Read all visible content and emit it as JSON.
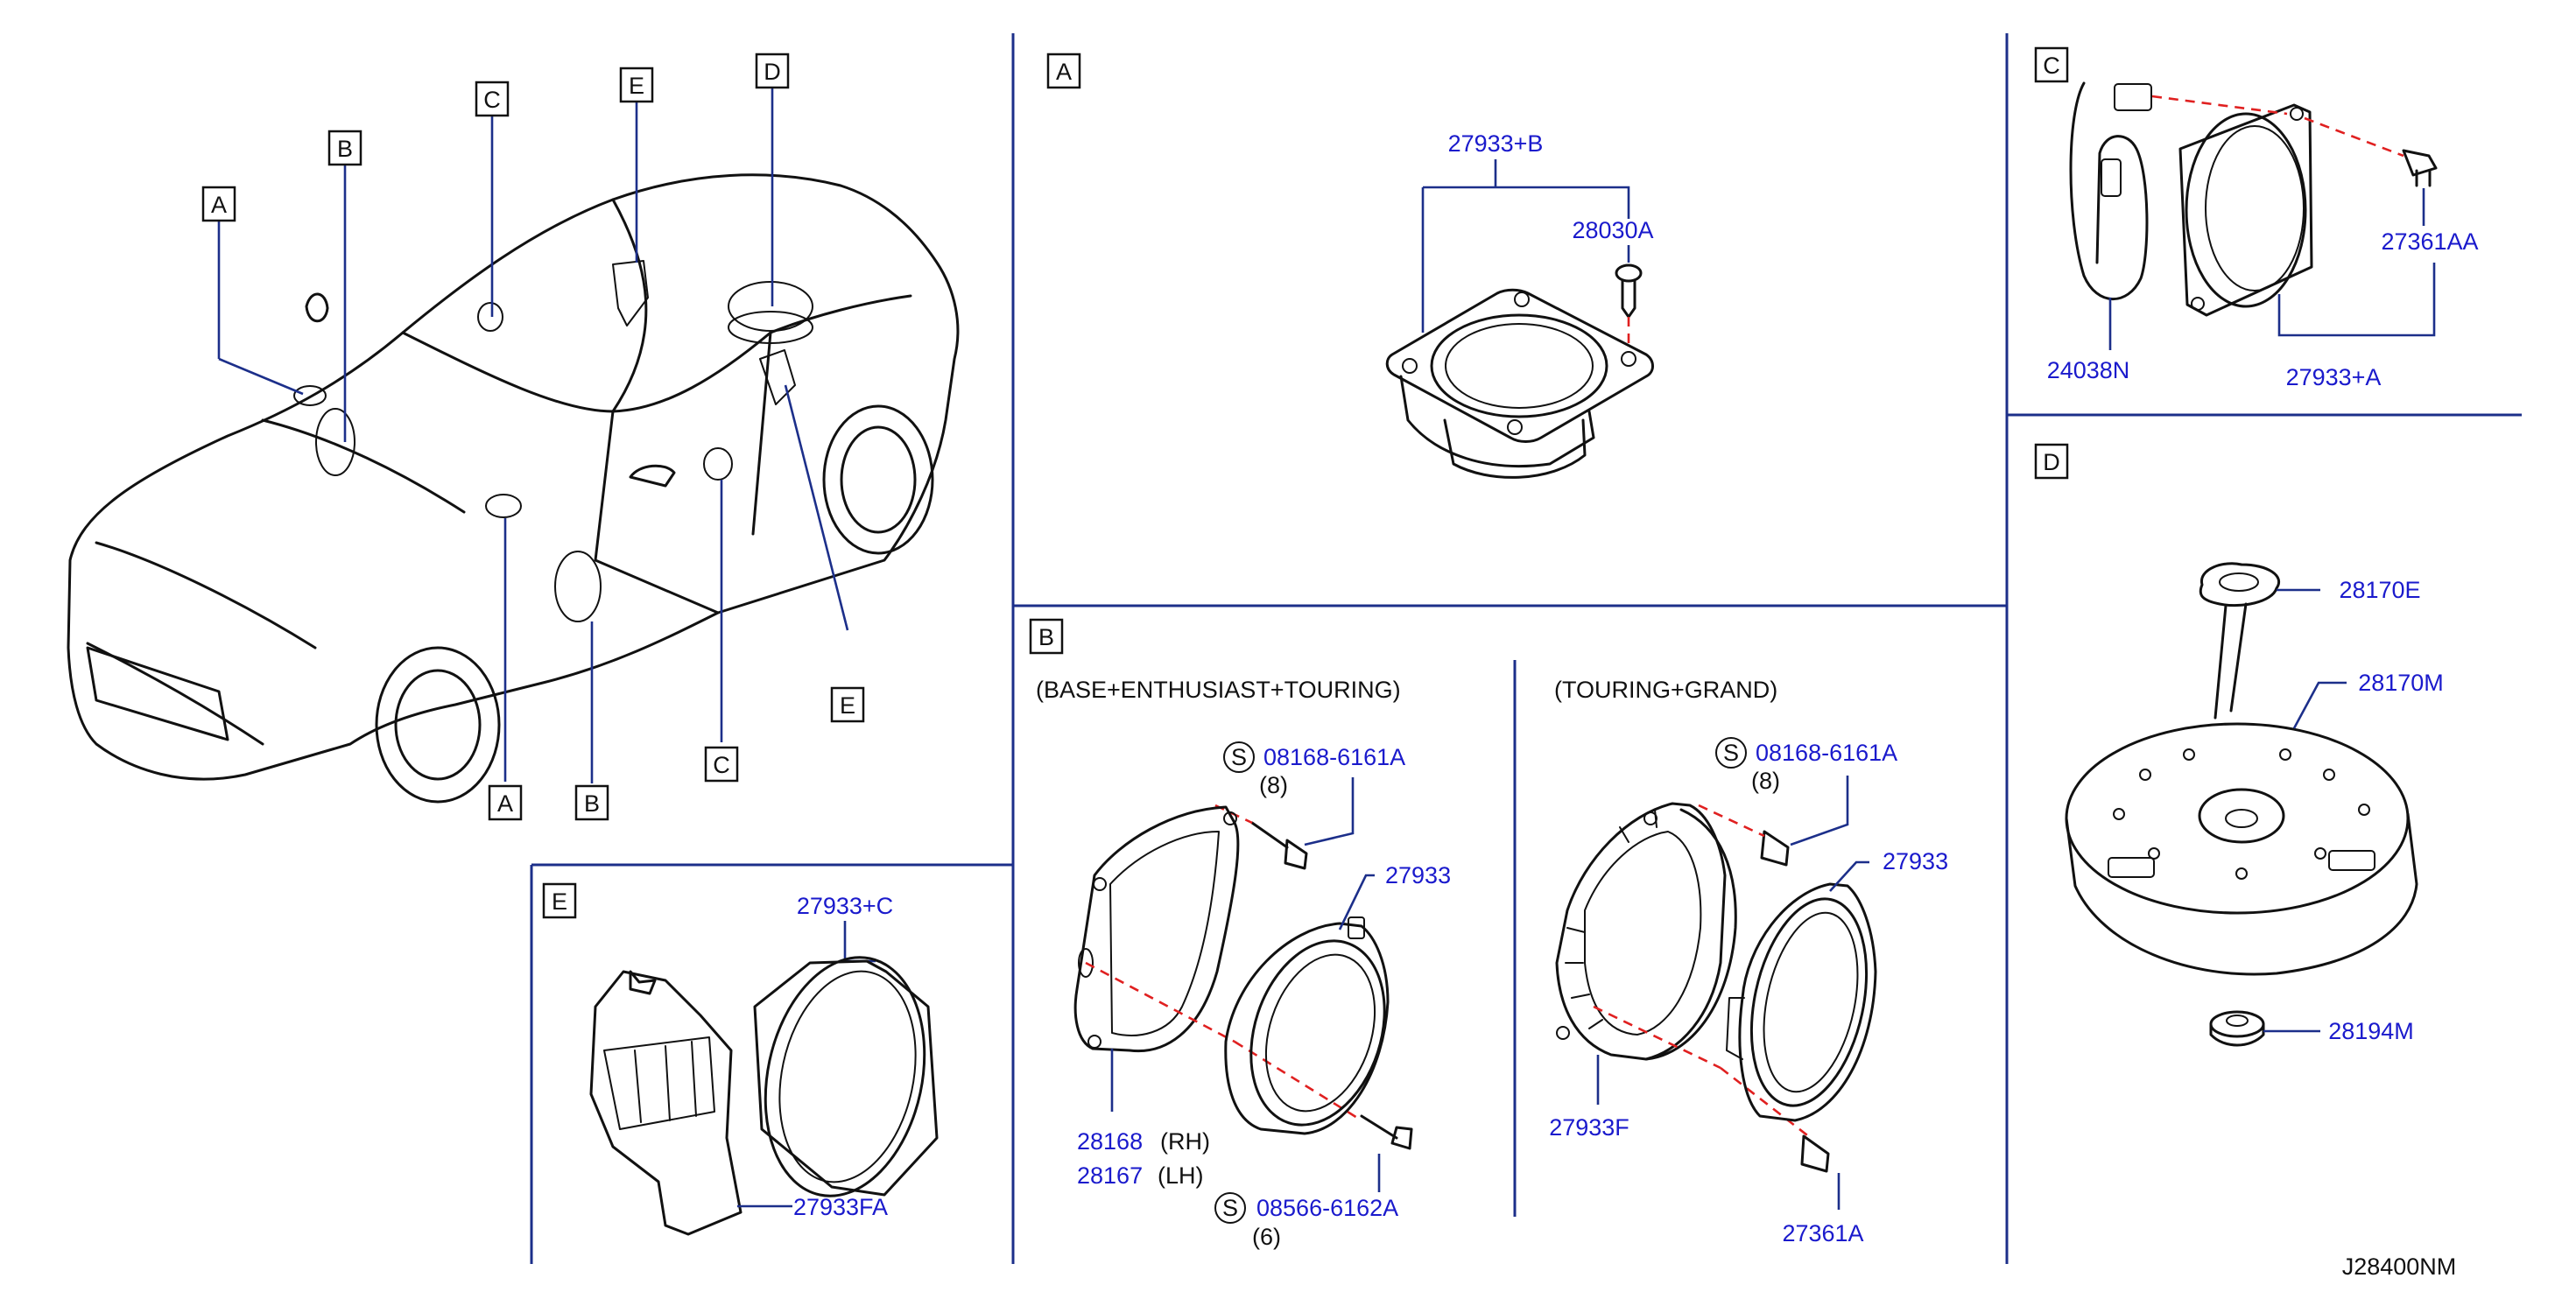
{
  "sections": [
    {
      "letter": "A"
    },
    {
      "letter": "B",
      "variant_left": "(BASE+ENTHUSIAST+TOURING)",
      "variant_right": "(TOURING+GRAND)"
    },
    {
      "letter": "C"
    },
    {
      "letter": "D"
    },
    {
      "letter": "E"
    }
  ],
  "overview_callouts": [
    "A",
    "B",
    "C",
    "E",
    "D",
    "E",
    "C",
    "B",
    "A"
  ],
  "parts": {
    "A": {
      "assembly": "27933+B",
      "screw": "28030A"
    },
    "C": {
      "harness": "24038N",
      "screw": "27361AA",
      "speaker": "27933+A"
    },
    "D": {
      "knob": "28170E",
      "woofer": "28170M",
      "washer": "28194M"
    },
    "E": {
      "speaker": "27933+C",
      "bracket": "27933FA"
    },
    "B_left": {
      "screw_top": "08168-6161A",
      "qty_top": "(8)",
      "speaker": "27933",
      "bracket_rh": "28168",
      "bracket_lh": "28167",
      "rh_note": "(RH)",
      "lh_note": "(LH)",
      "screw_bottom": "08566-6162A",
      "qty_bottom": "(6)"
    },
    "B_right": {
      "screw_top": "08168-6161A",
      "qty_top": "(8)",
      "speaker": "27933",
      "bracket": "27933F",
      "screw_bottom": "27361A"
    }
  },
  "s_marker": "S",
  "figure_code": "J28400NM",
  "colors": {
    "part_number": "#1a1acc",
    "leader": "#1c2f8a",
    "dashed": "#e02020",
    "line": "#111111"
  }
}
